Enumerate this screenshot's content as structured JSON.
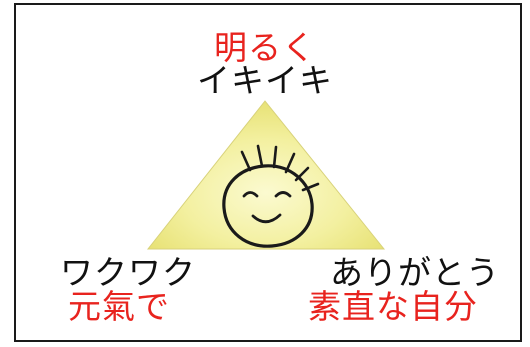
{
  "colors": {
    "accent_red": "#e8231e",
    "text_black": "#111111",
    "triangle_fill": "#f3f0a0",
    "face_outline": "#1a1a1a"
  },
  "diagram": {
    "top": {
      "headline": "明るく",
      "subline": "イキイキ"
    },
    "bottom_left": {
      "subline": "ワクワク",
      "headline": "元氣で"
    },
    "bottom_right": {
      "subline": "ありがとう",
      "headline": "素直な自分"
    },
    "center_icon": "smiling-face-icon"
  }
}
